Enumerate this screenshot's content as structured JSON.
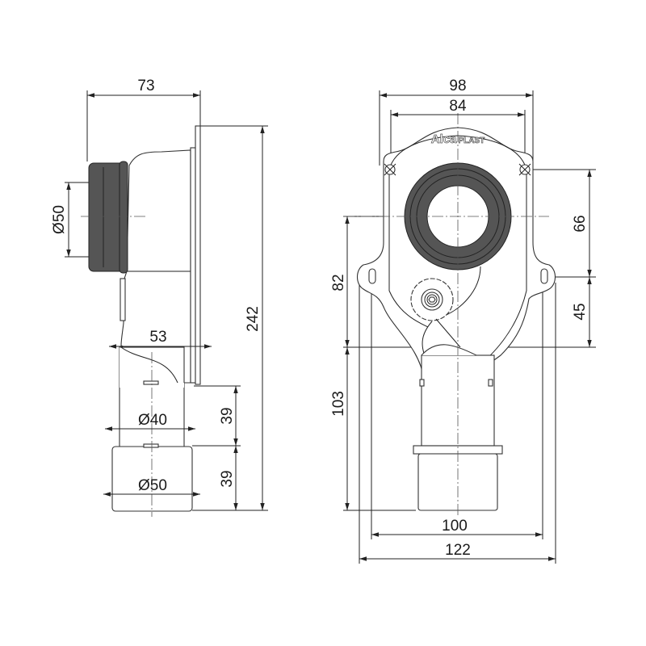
{
  "drawing": {
    "logo": {
      "brand_main": "Alca",
      "brand_sub": "PLAST"
    },
    "side_view": {
      "width_top": "73",
      "inlet_diameter": "Ø50",
      "outlet_offset": "53",
      "pipe_diameter": "Ø40",
      "cap_diameter": "Ø50",
      "total_height": "242",
      "pipe_length": "39",
      "cap_height": "39"
    },
    "front_view": {
      "overall_width": "98",
      "hole_spacing": "84",
      "hole_to_mount": "66",
      "mount_to_outlet": "45",
      "center_to_outlet": "82",
      "outlet_to_bottom": "103",
      "mount_spacing": "100",
      "total_width": "122"
    },
    "colors": {
      "seal": "#555555",
      "line": "#222222"
    }
  }
}
